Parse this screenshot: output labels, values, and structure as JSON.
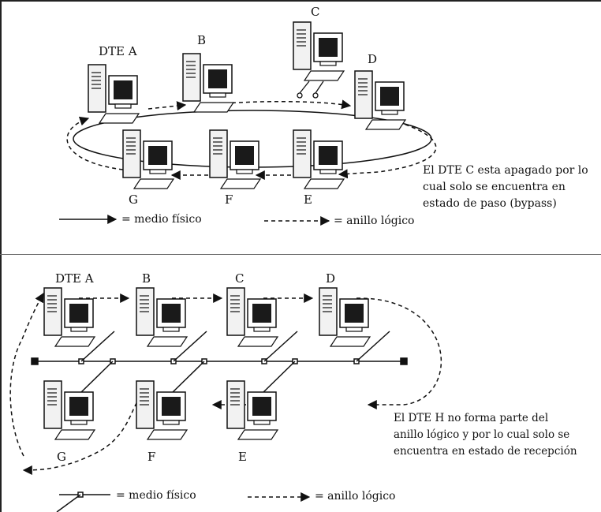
{
  "top_diagram": {
    "nodes": [
      {
        "id": "A",
        "label": "DTE A"
      },
      {
        "id": "B",
        "label": "B"
      },
      {
        "id": "C",
        "label": "C"
      },
      {
        "id": "D",
        "label": "D"
      },
      {
        "id": "E",
        "label": "E"
      },
      {
        "id": "F",
        "label": "F"
      },
      {
        "id": "G",
        "label": "G"
      }
    ],
    "note_lines": [
      "El DTE C esta apagado por lo",
      "cual solo se encuentra en",
      "estado de paso (bypass)"
    ],
    "legend": {
      "physical": "= medio físico",
      "logical": "= anillo lógico"
    }
  },
  "bottom_diagram": {
    "nodes": [
      {
        "id": "A",
        "label": "DTE A"
      },
      {
        "id": "B",
        "label": "B"
      },
      {
        "id": "C",
        "label": "C"
      },
      {
        "id": "D",
        "label": "D"
      },
      {
        "id": "G",
        "label": "G"
      },
      {
        "id": "F",
        "label": "F"
      },
      {
        "id": "E",
        "label": "E"
      }
    ],
    "note_lines": [
      "El DTE H no forma parte del",
      "anillo lógico y por lo cual solo se",
      "encuentra en estado de recepción"
    ],
    "legend": {
      "physical": "= medio físico",
      "logical": "= anillo lógico"
    }
  }
}
